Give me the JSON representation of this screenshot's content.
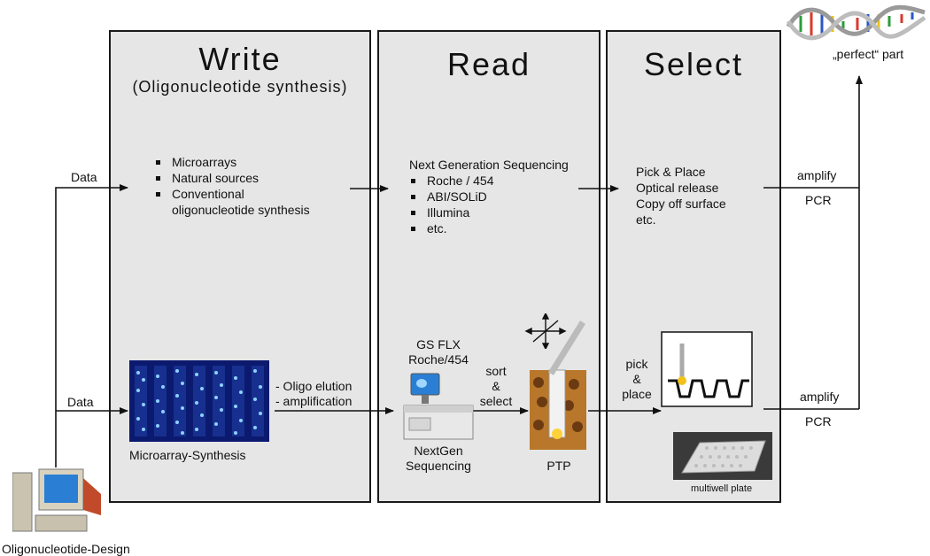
{
  "panels": {
    "write": {
      "title": "Write",
      "subtitle": "(Oligonucleotide synthesis)"
    },
    "read": {
      "title": "Read"
    },
    "select": {
      "title": "Select"
    }
  },
  "write_list": [
    "Microarrays",
    "Natural sources",
    "Conventional",
    "oligonucleotide synthesis"
  ],
  "read_list": {
    "heading": "Next Generation Sequencing",
    "items": [
      "Roche / 454",
      "ABI/SOLiD",
      "Illumina",
      "etc."
    ]
  },
  "select_lines": [
    "Pick & Place",
    "Optical release",
    "Copy off surface",
    "etc."
  ],
  "labels": {
    "data_top": "Data",
    "data_bottom": "Data",
    "amplify_top": "amplify",
    "pcr_top": "PCR",
    "amplify_bottom": "amplify",
    "pcr_bottom": "PCR",
    "perfect_part": "„perfect“ part",
    "oligo_design": "Oligonucleotide-Design",
    "microarray_synthesis": "Microarray-Synthesis",
    "oligo_elution": "- Oligo elution",
    "amplification": "- amplification",
    "gsflx": "GS FLX",
    "roche454": "Roche/454",
    "sort": "sort",
    "amp": "&",
    "select": "select",
    "nextgen": "NextGen",
    "sequencing": "Sequencing",
    "ptp": "PTP",
    "pick": "pick",
    "amp2": "&",
    "place": "place",
    "multiwell": "multiwell plate"
  },
  "colors": {
    "panel_bg": "#e6e6e6",
    "microarray_bg": "#0b1a6e",
    "monitor_screen": "#2a7fd4"
  }
}
